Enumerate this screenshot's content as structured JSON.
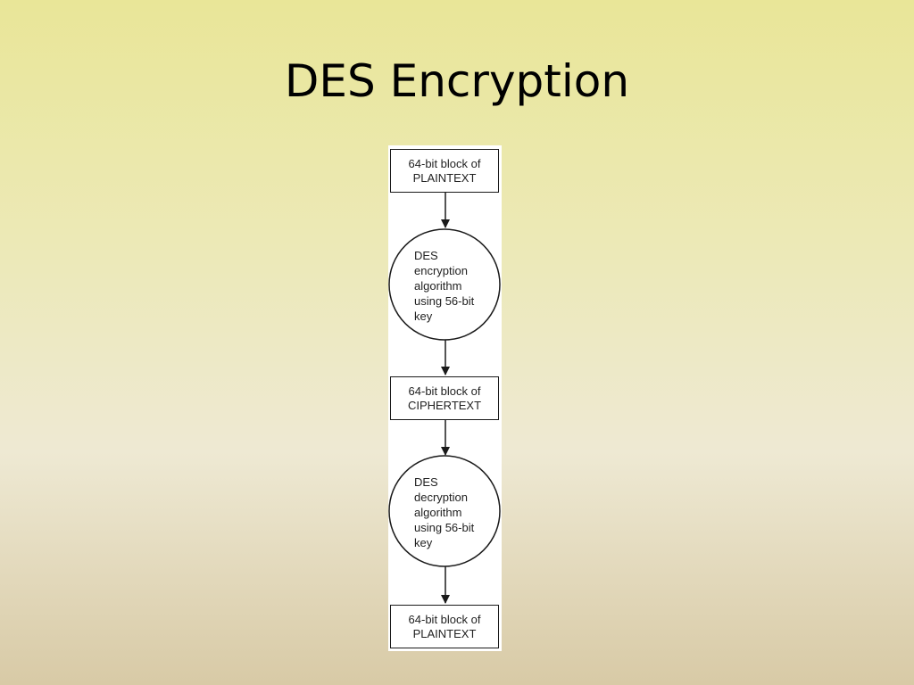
{
  "slide": {
    "title": "DES Encryption"
  },
  "diagram": {
    "nodes": [
      {
        "shape": "box",
        "lines": [
          "64-bit block of",
          "PLAINTEXT"
        ]
      },
      {
        "shape": "circle",
        "lines": [
          "DES",
          "encryption",
          "algorithm",
          "using 56-bit",
          "key"
        ]
      },
      {
        "shape": "box",
        "lines": [
          "64-bit block of",
          "CIPHERTEXT"
        ]
      },
      {
        "shape": "circle",
        "lines": [
          "DES",
          "decryption",
          "algorithm",
          "using 56-bit",
          "key"
        ]
      },
      {
        "shape": "box",
        "lines": [
          "64-bit block of",
          "PLAINTEXT"
        ]
      }
    ]
  }
}
